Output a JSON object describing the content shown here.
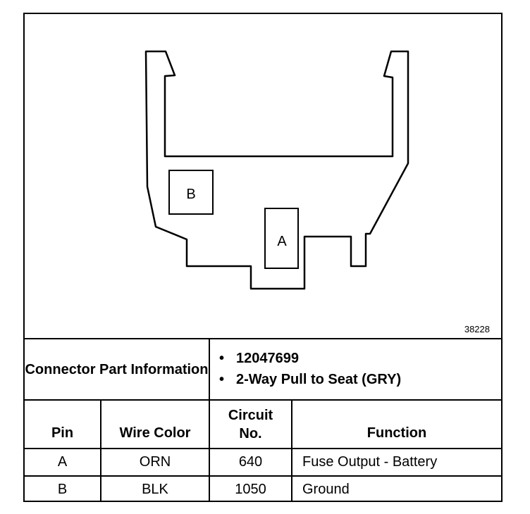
{
  "diagram": {
    "figure_number": "38228",
    "cavity_a_label": "A",
    "cavity_b_label": "B"
  },
  "connector_info": {
    "label": "Connector Part Information",
    "items": [
      "12047699",
      "2-Way Pull to Seat (GRY)"
    ]
  },
  "table": {
    "headers": {
      "pin": "Pin",
      "wire_color": "Wire Color",
      "circuit_no": "Circuit No.",
      "function": "Function"
    },
    "rows": [
      {
        "pin": "A",
        "wire_color": "ORN",
        "circuit_no": "640",
        "function": "Fuse Output - Battery"
      },
      {
        "pin": "B",
        "wire_color": "BLK",
        "circuit_no": "1050",
        "function": "Ground"
      }
    ]
  }
}
